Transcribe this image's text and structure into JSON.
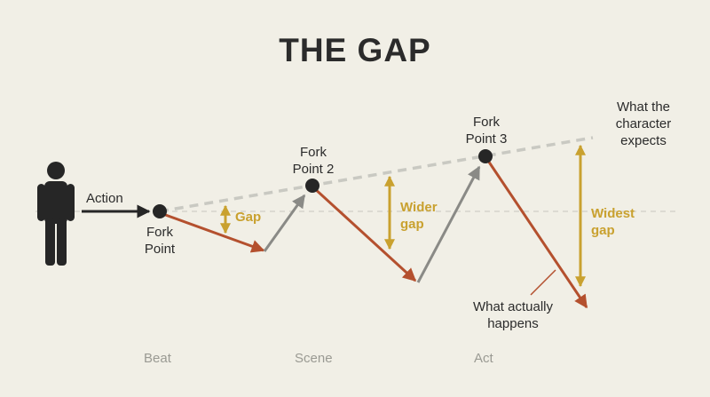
{
  "title": "THE GAP",
  "labels": {
    "action": "Action",
    "fork_point_1": [
      "Fork",
      "Point"
    ],
    "fork_point_2": [
      "Fork",
      "Point 2"
    ],
    "fork_point_3": [
      "Fork",
      "Point 3"
    ],
    "expects": [
      "What the",
      "character",
      "expects"
    ],
    "happens": [
      "What actually",
      "happens"
    ]
  },
  "gaps": {
    "gap1": "Gap",
    "gap2": [
      "Wider",
      "gap"
    ],
    "gap3": [
      "Widest",
      "gap"
    ]
  },
  "axis": [
    "Beat",
    "Scene",
    "Act"
  ],
  "colors": {
    "background": "#f1efe6",
    "expectation_line": "#c9c9c2",
    "baseline": "#d6d4cb",
    "fall_arrow": "#b4502e",
    "rise_arrow": "#8a8a86",
    "gap_marker": "#c9a12f",
    "fork_dot": "#262626",
    "action_arrow": "#262626",
    "figure": "#262626",
    "text": "#2b2b2b",
    "axis_text": "#9a9a93"
  }
}
